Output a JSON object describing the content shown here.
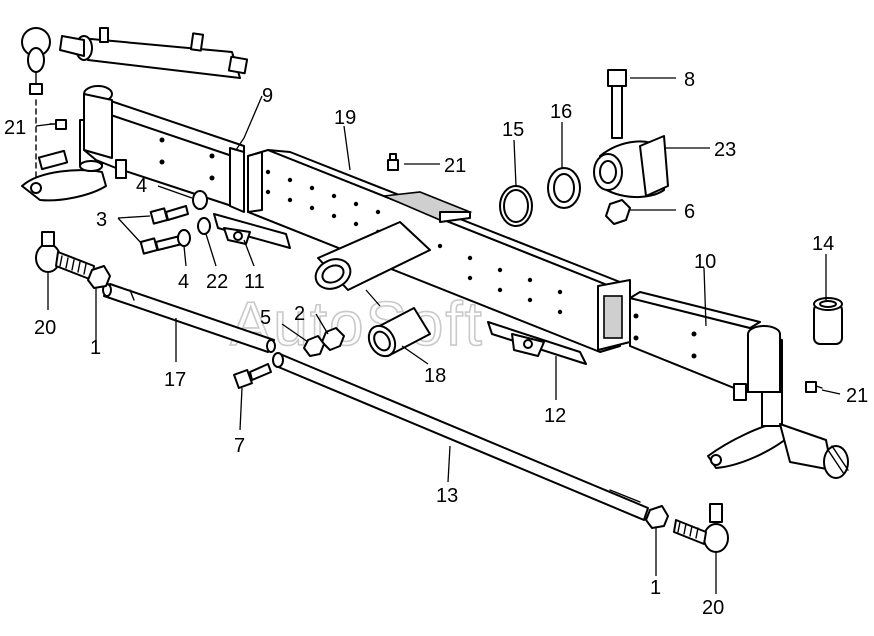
{
  "watermark": "AutoSoft",
  "callouts": [
    {
      "id": "c1a",
      "text": "1"
    },
    {
      "id": "c1b",
      "text": "1"
    },
    {
      "id": "c2",
      "text": "2"
    },
    {
      "id": "c3",
      "text": "3"
    },
    {
      "id": "c4a",
      "text": "4"
    },
    {
      "id": "c4b",
      "text": "4"
    },
    {
      "id": "c5",
      "text": "5"
    },
    {
      "id": "c6",
      "text": "6"
    },
    {
      "id": "c7",
      "text": "7"
    },
    {
      "id": "c8",
      "text": "8"
    },
    {
      "id": "c9",
      "text": "9"
    },
    {
      "id": "c10",
      "text": "10"
    },
    {
      "id": "c11",
      "text": "11"
    },
    {
      "id": "c12",
      "text": "12"
    },
    {
      "id": "c13",
      "text": "13"
    },
    {
      "id": "c14",
      "text": "14"
    },
    {
      "id": "c15",
      "text": "15"
    },
    {
      "id": "c16",
      "text": "16"
    },
    {
      "id": "c17",
      "text": "17"
    },
    {
      "id": "c18",
      "text": "18"
    },
    {
      "id": "c19",
      "text": "19"
    },
    {
      "id": "c20a",
      "text": "20"
    },
    {
      "id": "c20b",
      "text": "20"
    },
    {
      "id": "c21a",
      "text": "21"
    },
    {
      "id": "c21b",
      "text": "21"
    },
    {
      "id": "c21c",
      "text": "21"
    },
    {
      "id": "c22",
      "text": "22"
    },
    {
      "id": "c23",
      "text": "23"
    }
  ]
}
